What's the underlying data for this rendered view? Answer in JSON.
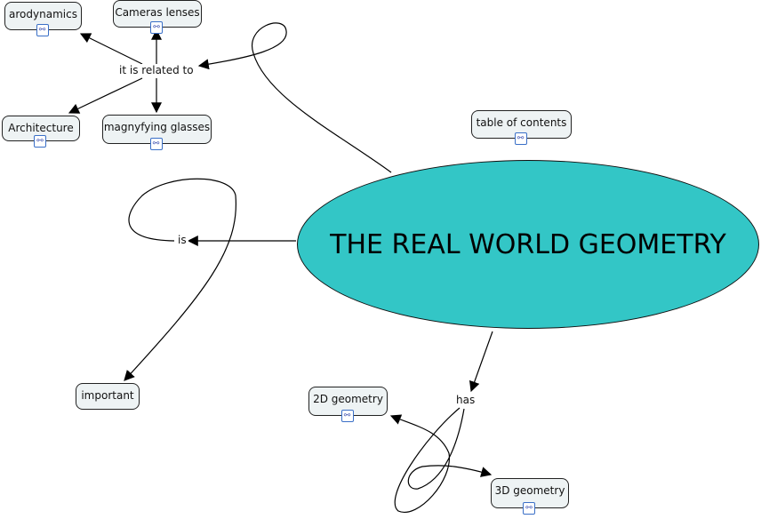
{
  "main_concept": "THE REAL WORLD GEOMETRY",
  "concepts": {
    "arodynamics": "arodynamics",
    "cameras": "Cameras lenses",
    "architecture": "Architecture",
    "magnifying": "magnyfying glasses",
    "toc": "table of contents",
    "important": "important",
    "geo2d": "2D geometry",
    "geo3d": "3D geometry"
  },
  "linking_phrases": {
    "related": "it is related to",
    "is": "is",
    "has": "has"
  },
  "icons": {
    "resource": "concept-map-resource-icon"
  },
  "colors": {
    "main_fill": "#33c6c6",
    "node_fill": "#eef3f4",
    "resource_border": "#3a6fc7"
  }
}
